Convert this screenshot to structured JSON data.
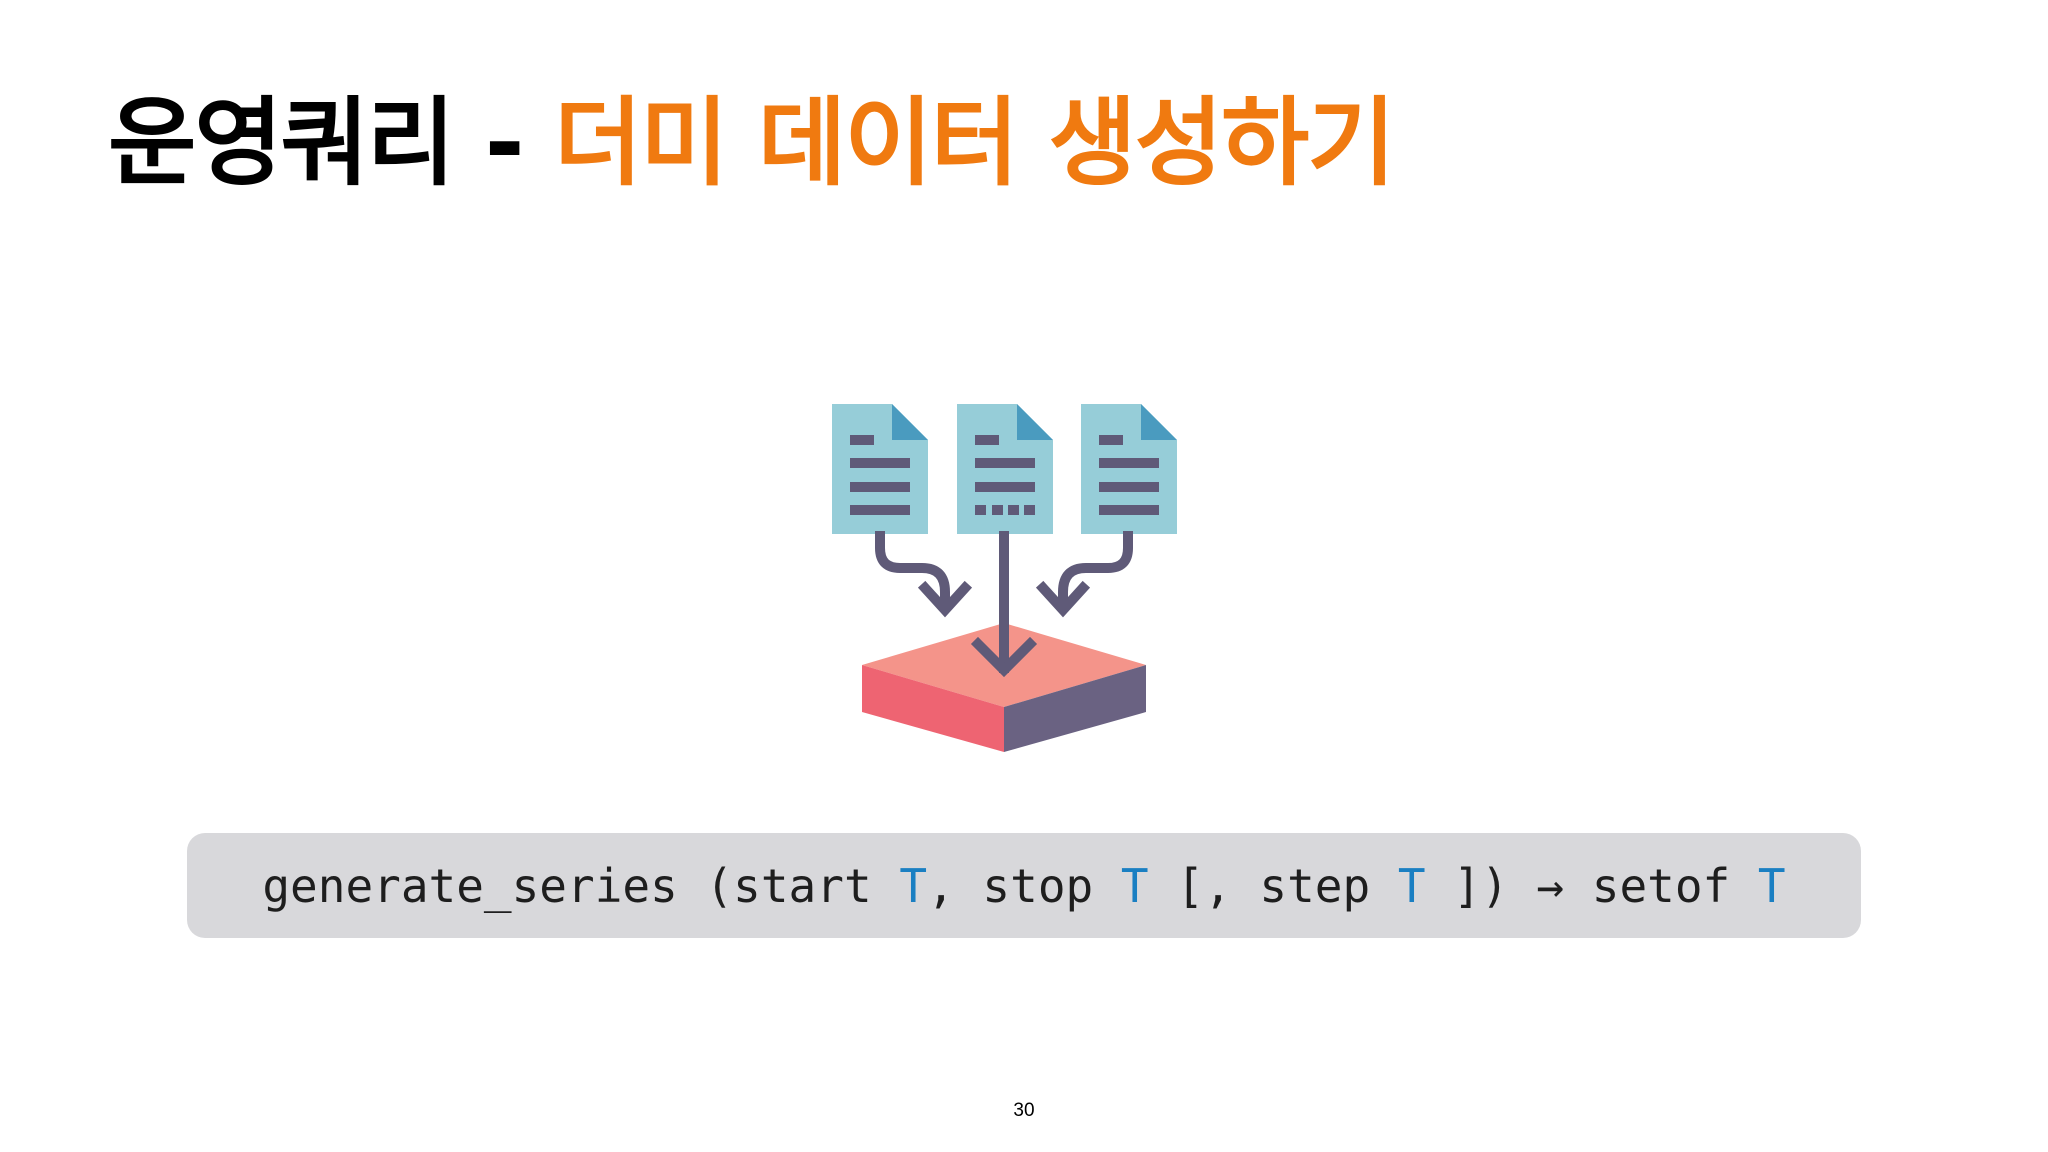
{
  "slide": {
    "title_main": "운영쿼리",
    "title_separator": " - ",
    "title_accent": "더미 데이터 생성하기",
    "code": {
      "fn": "generate_series",
      "open": " (start ",
      "type1": "T",
      "part2": ", stop ",
      "type2": "T",
      "part3": " [, step ",
      "type3": "T",
      "part4": " ]) → setof ",
      "type4": "T"
    },
    "page_number": "30"
  },
  "colors": {
    "title_accent": "#f07a10",
    "code_type": "#1a7fc2",
    "code_background": "#d8d8db",
    "document_fill": "#96cdd8",
    "document_fold": "#4a9bbf",
    "document_lines": "#5f5a78",
    "arrow": "#5f5a78",
    "platform_top": "#f4948a",
    "platform_left": "#ee6472",
    "platform_right": "#6a6282"
  },
  "illustration": {
    "icon": "merge-documents-into-database-icon"
  }
}
